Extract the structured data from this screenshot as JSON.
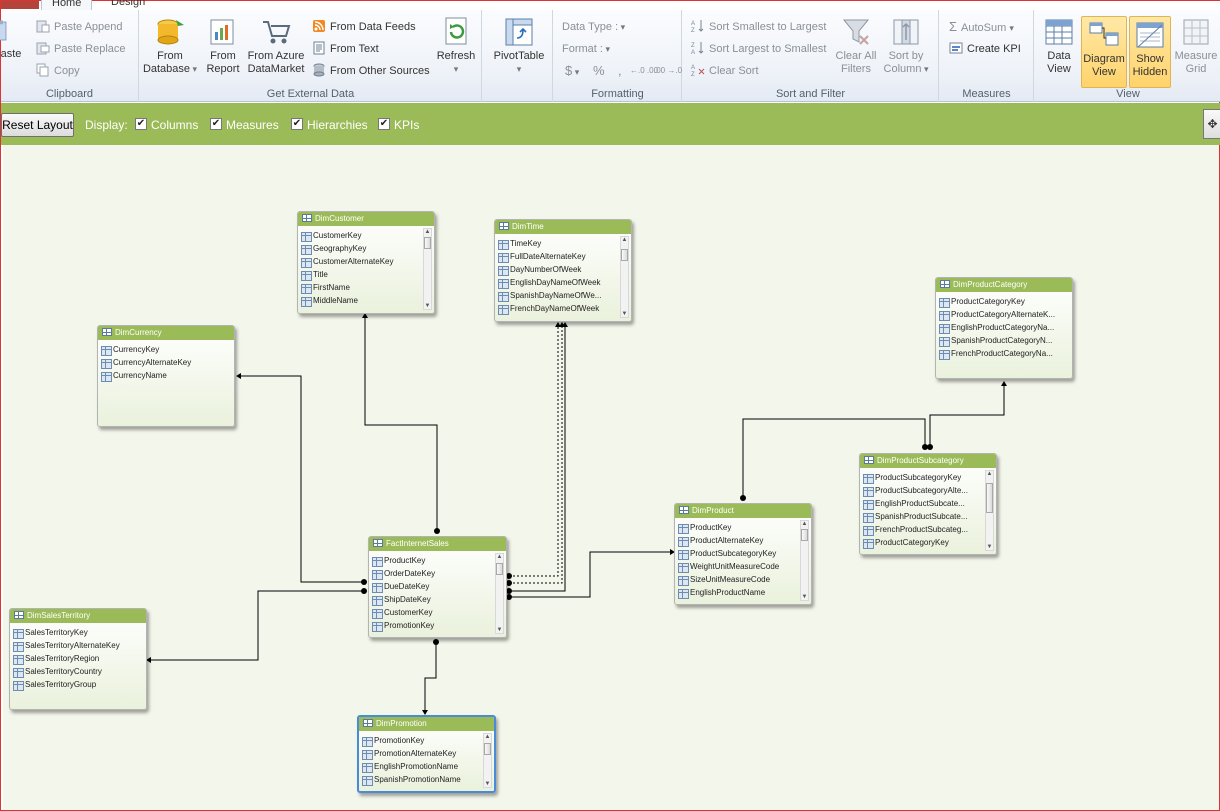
{
  "tabs": {
    "home": "Home",
    "design": "Design"
  },
  "ribbon": {
    "clipboard": {
      "label": "Clipboard",
      "paste": "aste",
      "paste_append": "Paste Append",
      "paste_replace": "Paste Replace",
      "copy": "Copy"
    },
    "external": {
      "label": "Get External Data",
      "from_database_1": "From",
      "from_database_2": "Database",
      "from_report_1": "From",
      "from_report_2": "Report",
      "from_azure_1": "From Azure",
      "from_azure_2": "DataMarket",
      "from_data_feeds": "From Data Feeds",
      "from_text": "From Text",
      "from_other": "From Other Sources",
      "refresh": "Refresh"
    },
    "pivot": {
      "label": "PivotTable"
    },
    "formatting": {
      "label": "Formatting",
      "data_type": "Data Type :",
      "format": "Format :",
      "currency": "$",
      "percent": "%",
      "comma": ",",
      "inc_decimal": "←.0 .00",
      "dec_decimal": ".00 →.0"
    },
    "sortfilter": {
      "label": "Sort and Filter",
      "sort_asc": "Sort Smallest to Largest",
      "sort_desc": "Sort Largest to Smallest",
      "clear_sort": "Clear Sort",
      "clear_filters_1": "Clear All",
      "clear_filters_2": "Filters",
      "sort_by_1": "Sort by",
      "sort_by_2": "Column"
    },
    "measures": {
      "label": "Measures",
      "autosum": "AutoSum",
      "create_kpi": "Create KPI"
    },
    "view": {
      "label": "View",
      "data_view_1": "Data",
      "data_view_2": "View",
      "diagram_view_1": "Diagram",
      "diagram_view_2": "View",
      "show_hidden_1": "Show",
      "show_hidden_2": "Hidden",
      "measure_grid_1": "Measure",
      "measure_grid_2": "Grid"
    }
  },
  "toolbar": {
    "reset_layout": "Reset Layout",
    "display_label": "Display:",
    "columns": "Columns",
    "measures": "Measures",
    "hierarchies": "Hierarchies",
    "kpis": "KPIs",
    "checked_mark": "✔"
  },
  "tables": [
    {
      "id": "dimcustomer",
      "name": "DimCustomer",
      "columns": [
        "CustomerKey",
        "GeographyKey",
        "CustomerAlternateKey",
        "Title",
        "FirstName",
        "MiddleName"
      ]
    },
    {
      "id": "dimtime",
      "name": "DimTime",
      "columns": [
        "TimeKey",
        "FullDateAlternateKey",
        "DayNumberOfWeek",
        "EnglishDayNameOfWeek",
        "SpanishDayNameOfWe...",
        "FrenchDayNameOfWeek"
      ]
    },
    {
      "id": "dimproductcategory",
      "name": "DimProductCategory",
      "columns": [
        "ProductCategoryKey",
        "ProductCategoryAlternateK...",
        "EnglishProductCategoryNa...",
        "SpanishProductCategoryN...",
        "FrenchProductCategoryNa..."
      ]
    },
    {
      "id": "dimcurrency",
      "name": "DimCurrency",
      "columns": [
        "CurrencyKey",
        "CurrencyAlternateKey",
        "CurrencyName"
      ]
    },
    {
      "id": "dimproductsubcategory",
      "name": "DimProductSubcategory",
      "columns": [
        "ProductSubcategoryKey",
        "ProductSubcategoryAlte...",
        "EnglishProductSubcate...",
        "SpanishProductSubcate...",
        "FrenchProductSubcateg...",
        "ProductCategoryKey"
      ]
    },
    {
      "id": "dimproduct",
      "name": "DimProduct",
      "columns": [
        "ProductKey",
        "ProductAlternateKey",
        "ProductSubcategoryKey",
        "WeightUnitMeasureCode",
        "SizeUnitMeasureCode",
        "EnglishProductName"
      ]
    },
    {
      "id": "factinternetsales",
      "name": "FactInternetSales",
      "columns": [
        "ProductKey",
        "OrderDateKey",
        "DueDateKey",
        "ShipDateKey",
        "CustomerKey",
        "PromotionKey"
      ]
    },
    {
      "id": "dimsalesterritory",
      "name": "DimSalesTerritory",
      "columns": [
        "SalesTerritoryKey",
        "SalesTerritoryAlternateKey",
        "SalesTerritoryRegion",
        "SalesTerritoryCountry",
        "SalesTerritoryGroup"
      ]
    },
    {
      "id": "dimpromotion",
      "name": "DimPromotion",
      "columns": [
        "PromotionKey",
        "PromotionAlternateKey",
        "EnglishPromotionName",
        "SpanishPromotionName"
      ]
    }
  ],
  "colors": {
    "accent_green": "#9bbb59",
    "canvas": "#f3f6eb",
    "selected": "#4a8bd6",
    "wire": "#000000"
  }
}
